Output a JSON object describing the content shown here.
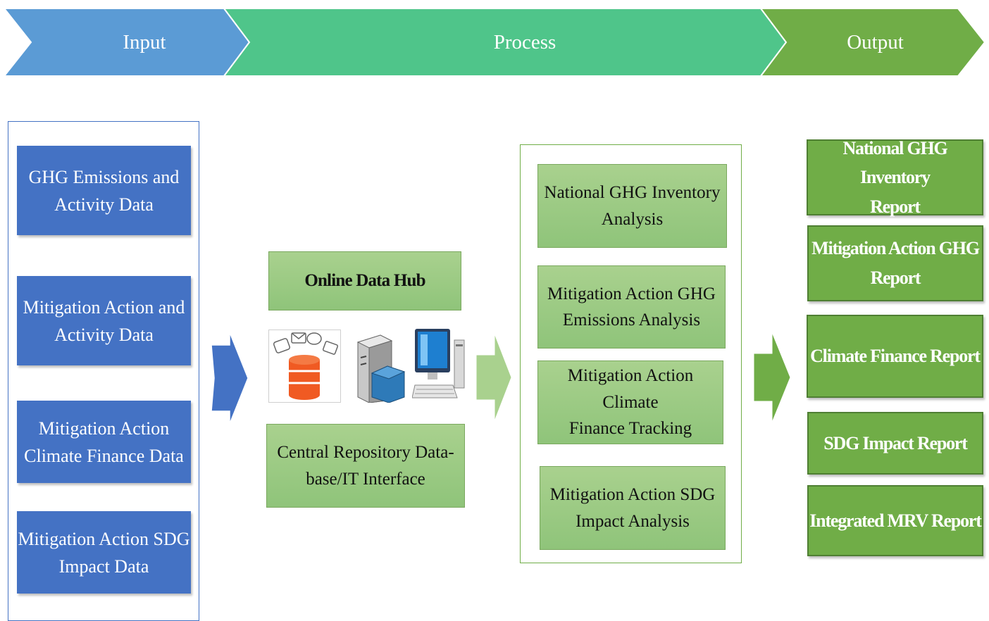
{
  "stages": {
    "input": "Input",
    "process": "Process",
    "output": "Output"
  },
  "inputs": [
    {
      "line1": "GHG Emissions and",
      "line2": "Activity Data"
    },
    {
      "line1": "Mitigation Action and",
      "line2": "Activity Data"
    },
    {
      "line1": "Mitigation Action",
      "line2": "Climate Finance Data"
    },
    {
      "line1": "Mitigation Action SDG",
      "line2": "Impact Data"
    }
  ],
  "hub": {
    "title": "Online Data Hub",
    "repo_line1": "Central Repository Data-",
    "repo_line2": "base/IT Interface"
  },
  "analyses": [
    {
      "line1": "National GHG Inventory",
      "line2": "Analysis"
    },
    {
      "line1": "Mitigation Action GHG",
      "line2": "Emissions Analysis"
    },
    {
      "line1": "Mitigation Action Climate",
      "line2": "Finance Tracking"
    },
    {
      "line1": "Mitigation Action SDG",
      "line2": "Impact Analysis"
    }
  ],
  "outputs": [
    {
      "line1": "National GHG Inventory",
      "line2": "Report"
    },
    {
      "line1": "Mitigation Action GHG",
      "line2": "Report"
    },
    {
      "line1": "Climate Finance Report",
      "line2": ""
    },
    {
      "line1": "SDG Impact Report",
      "line2": ""
    },
    {
      "line1": "Integrated MRV Report",
      "line2": ""
    }
  ],
  "colors": {
    "input_stage": "#5b9bd5",
    "process_stage": "#4fc58a",
    "output_stage": "#70ad47",
    "input_box": "#4472c4",
    "process_box": "#a9d18e",
    "output_box": "#70ad47"
  },
  "icons": [
    "database-icon",
    "server-folder-icon",
    "desktop-computer-icon"
  ]
}
